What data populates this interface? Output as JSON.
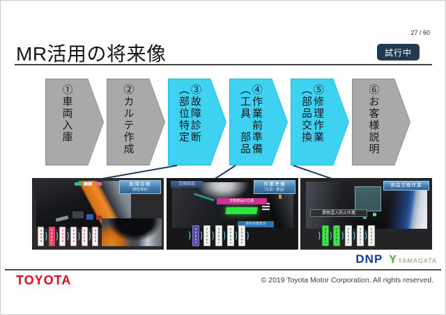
{
  "slide": {
    "page_number": "27 / 60",
    "title": "MR活用の将来像",
    "status_badge": "試行中"
  },
  "process_steps": [
    {
      "number": "①",
      "label": "車両入庫",
      "text": "①車両入庫",
      "highlighted": false
    },
    {
      "number": "②",
      "label": "カルテ作成",
      "text": "②カルテ作成",
      "highlighted": false
    },
    {
      "number": "③",
      "label": "故障診断（部位特定）",
      "text": "③故障診断\n（部位特定",
      "highlighted": true
    },
    {
      "number": "④",
      "label": "作業前準備（工具 部品）",
      "text": "④作業前準備\n（工具　部品",
      "highlighted": true
    },
    {
      "number": "⑤",
      "label": "修理作業（部品交換）",
      "text": "⑤修理作業\n（部品交換",
      "highlighted": true
    },
    {
      "number": "⑥",
      "label": "お客様説明",
      "text": "⑥お客様説明",
      "highlighted": false
    }
  ],
  "photos": [
    {
      "caption_title": "故障診断",
      "caption_sub": "（部位特定）"
    },
    {
      "label_top_left": "交換部品",
      "caption_title": "作業準備",
      "caption_sub": "（工具・部品）",
      "label_magenta": "交換部品の位置",
      "label_blue_small": "通信状態表示"
    },
    {
      "caption_title": "部品交換作業",
      "label_dark": "異物混入防止作業"
    }
  ],
  "footer": {
    "dnp_logo": "DNP",
    "yamagata_mark": "Y",
    "yamagata_logo": "YAMAGATA",
    "toyota_logo": "TOYOTA",
    "copyright": "© 2019 Toyota Motor Corporation. All rights reserved."
  },
  "colors": {
    "step-default": "#a9a9a9",
    "step-border": "#8c8c8c",
    "step-highlight": "#3ed1f2",
    "highlight-border": "#27b8d8",
    "badge-bg": "#223950",
    "connector": "#1f3864",
    "toyota-red": "#da0a1c",
    "dnp-blue": "#15389b",
    "yamagata-green": "#3fae2a",
    "yamagata-text": "#8a9b5f"
  }
}
